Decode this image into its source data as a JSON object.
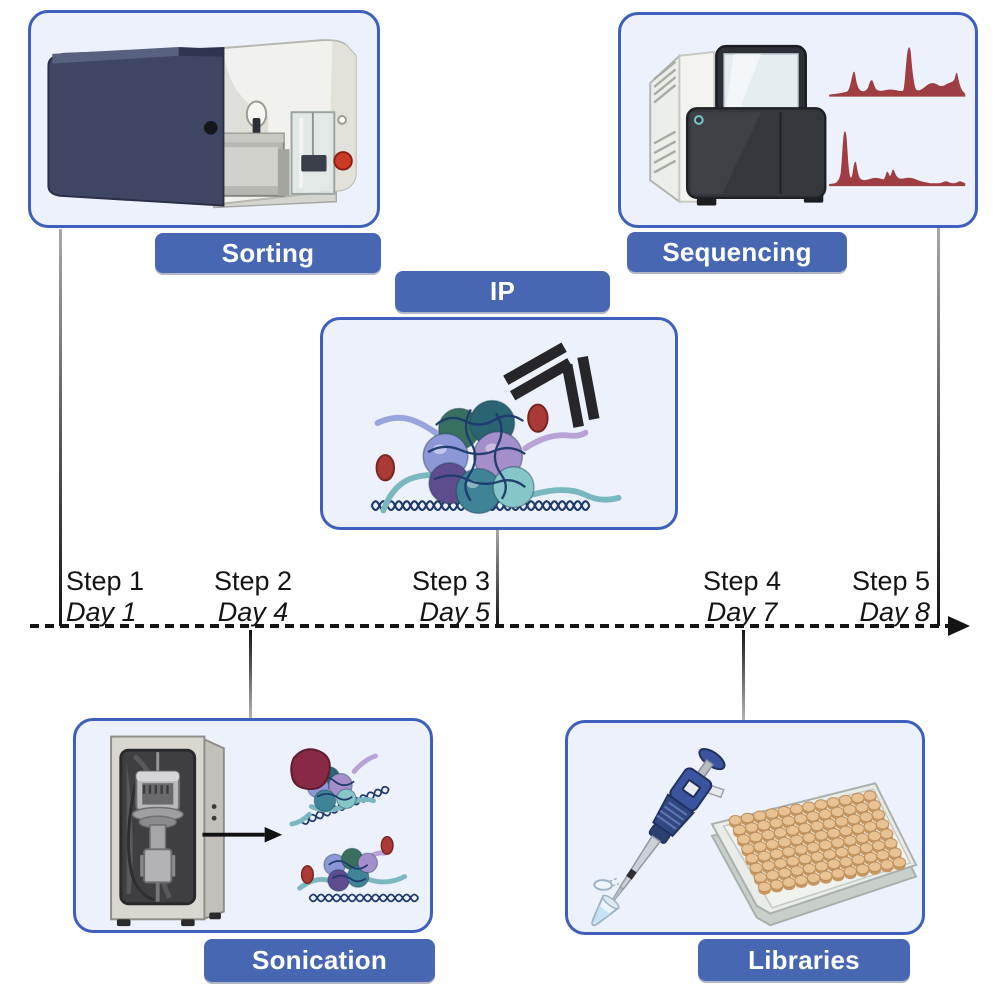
{
  "figure_type": "experimental-workflow-timeline",
  "palette": {
    "banner-blue": "#4767b2",
    "box-border": "#3e5fbb",
    "box-fill": "#edf1fb",
    "peak-red": "#9e3d42",
    "ink": "#141414",
    "accent-red": "#c3342a"
  },
  "stations": {
    "sorting": {
      "label": "Sorting",
      "illustration": "cell-sorter"
    },
    "sequencing": {
      "label": "Sequencing",
      "illustration": "dna-sequencer-with-coverage-tracks"
    },
    "ip": {
      "label": "IP",
      "illustration": "chromatin-antibody-immunoprecipitation"
    },
    "sonication": {
      "label": "Sonication",
      "illustration": "sonicator-shearing-chromatin"
    },
    "libraries": {
      "label": "Libraries",
      "illustration": "micropipette-and-96-well-plate"
    }
  },
  "timeline": {
    "steps": [
      {
        "step": "Step 1",
        "day": "Day 1"
      },
      {
        "step": "Step 2",
        "day": "Day 4"
      },
      {
        "step": "Step 3",
        "day": "Day 5"
      },
      {
        "step": "Step 4",
        "day": "Day 7"
      },
      {
        "step": "Step 5",
        "day": "Day 8"
      }
    ]
  },
  "libraries_plate": {
    "rows": 8,
    "cols": 12
  }
}
